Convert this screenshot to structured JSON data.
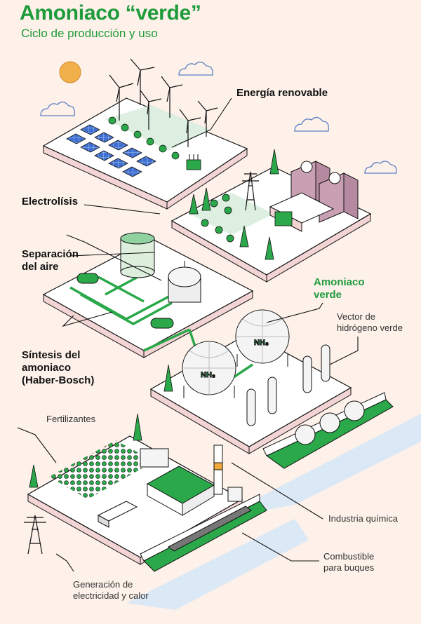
{
  "header": {
    "title": "Amoniaco “verde”",
    "subtitle": "Ciclo de producción y uso"
  },
  "labels": {
    "energia": "Energía renovable",
    "electrolisis": "Electrolísis",
    "separacion_1": "Separación",
    "separacion_2": "del aire",
    "amoniaco_1": "Amoniaco",
    "amoniaco_2": "verde",
    "vector_1": "Vector de",
    "vector_2": "hidrógeno verde",
    "sintesis_1": "Síntesis del",
    "sintesis_2": "amoniaco",
    "sintesis_3": "(Haber-Bosch)",
    "fertilizantes": "Fertilizantes",
    "industria": "Industria química",
    "combustible_1": "Combustible",
    "combustible_2": "para buques",
    "generacion_1": "Generación de",
    "generacion_2": "electricidad y calor"
  },
  "tank_label": "NH₃",
  "colors": {
    "brand_green": "#1f9b3c",
    "pipe_green": "#2aa84a",
    "background": "#fdf1e9",
    "platform_side": "#f2d4d4",
    "building_purple": "#c9a0b3",
    "water": "#dbe8f5"
  }
}
